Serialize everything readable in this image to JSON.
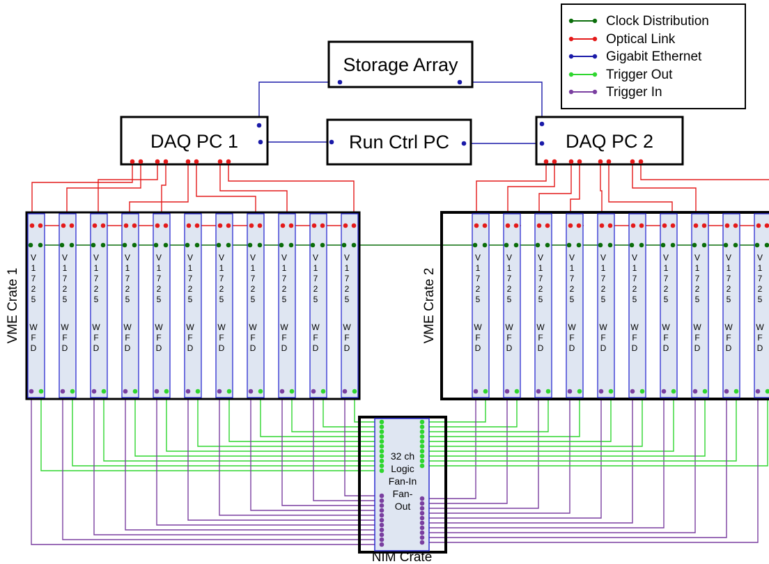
{
  "boxes": {
    "storage": "Storage Array",
    "daq1": "DAQ PC 1",
    "runctrl": "Run Ctrl PC",
    "daq2": "DAQ PC 2"
  },
  "legend": [
    {
      "label": "Clock Distribution",
      "color": "#0b6e0b"
    },
    {
      "label": "Optical Link",
      "color": "#e41a1a"
    },
    {
      "label": "Gigabit Ethernet",
      "color": "#1a1aa8"
    },
    {
      "label": "Trigger Out",
      "color": "#2fd62f"
    },
    {
      "label": "Trigger In",
      "color": "#7a3fa0"
    }
  ],
  "crates": {
    "vme1": "VME Crate 1",
    "vme2": "VME Crate 2",
    "nim": "NIM Crate"
  },
  "module": {
    "model_chars": [
      "V",
      "1",
      "7",
      "2",
      "5"
    ],
    "type_chars": [
      "W",
      "F",
      "D"
    ]
  },
  "nim_module": {
    "lines": [
      "32 ch",
      "Logic",
      "Fan-In",
      "Fan-",
      "Out"
    ]
  },
  "colors": {
    "clock": "#0b6e0b",
    "optical": "#e41a1a",
    "ethernet": "#1a1aa8",
    "trigger_out": "#2fd62f",
    "trigger_in": "#7a3fa0",
    "module_fill": "#dfe6f2",
    "module_border": "#2a2ad0"
  }
}
